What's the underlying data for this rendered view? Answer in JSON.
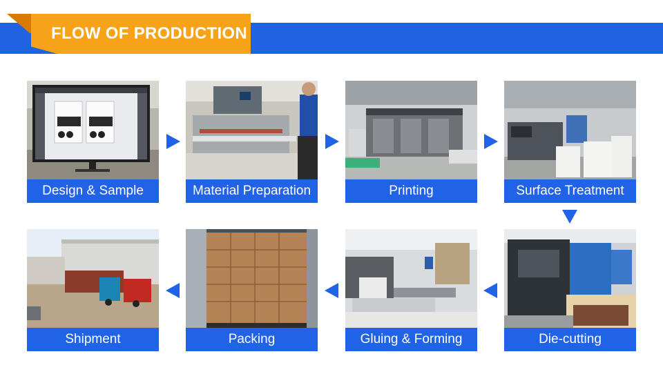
{
  "header": {
    "title": "FLOW OF PRODUCTION"
  },
  "steps": [
    {
      "label": "Design & Sample"
    },
    {
      "label": "Material Preparation"
    },
    {
      "label": "Printing"
    },
    {
      "label": "Surface Treatment"
    },
    {
      "label": "Die-cutting"
    },
    {
      "label": "Gluing & Forming"
    },
    {
      "label": "Packing"
    },
    {
      "label": "Shipment"
    }
  ],
  "colors": {
    "accent": "#2163e6",
    "header_band": "#1f63e2",
    "header_tab": "#f6a31a"
  }
}
